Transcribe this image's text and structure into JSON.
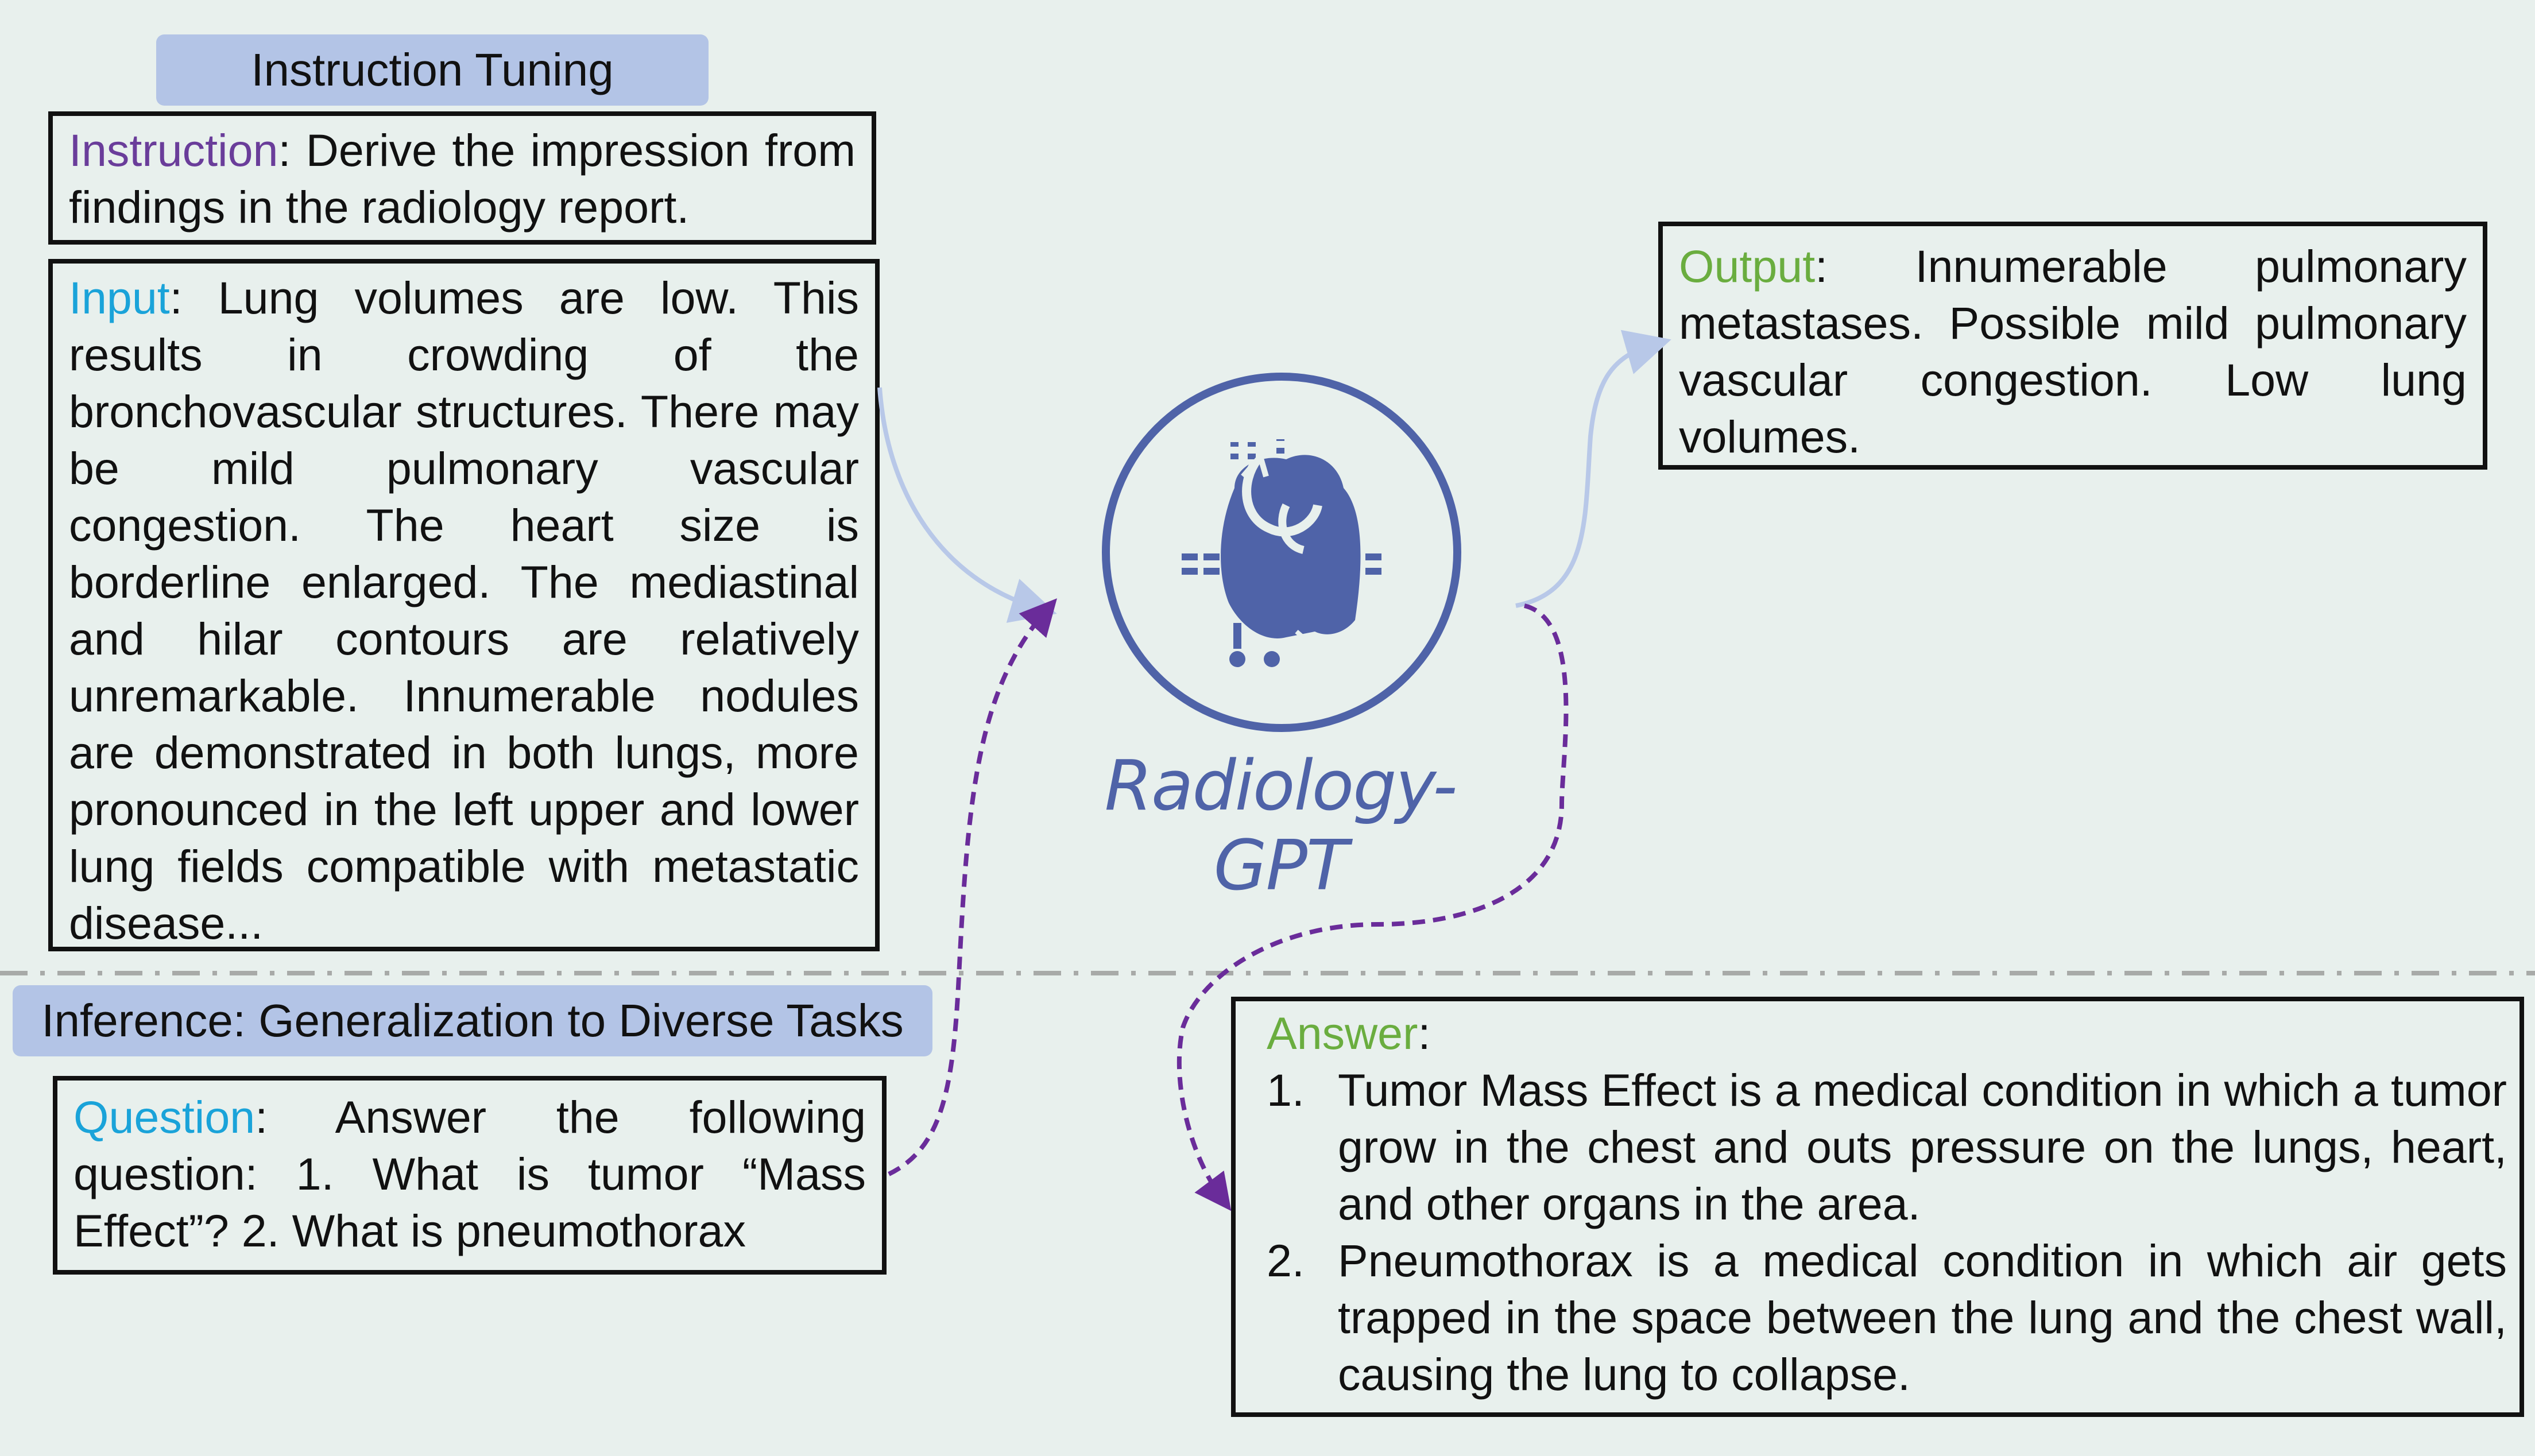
{
  "training": {
    "section_title": "Instruction Tuning",
    "instruction_label": "Instruction",
    "instruction_text": ": Derive the impression from findings in the radiology report.",
    "input_label": "Input",
    "input_text": ": Lung volumes are low.  This results in crowding of the bronchovascular structures.  There may be mild pulmonary vascular congestion.  The heart size is borderline enlarged.  The mediastinal and hilar contours are relatively unremarkable. Innumerable nodules are demonstrated in both lungs, more pronounced in the left upper and lower lung fields compatible with metastatic disease...",
    "output_label": "Output",
    "output_text": ":  Innumerable pulmonary metastases. Possible mild pulmonary vascular congestion. Low lung volumes."
  },
  "model": {
    "name": "Radiology-GPT",
    "icon": "heart-icon",
    "accent_color": "#4f63a8"
  },
  "inference": {
    "section_title": "Inference: Generalization to Diverse Tasks",
    "question_label": "Question",
    "question_text": ": Answer the  following question: 1. What is tumor “Mass Effect”? 2. What is pneumothorax",
    "answer_label": "Answer",
    "answer_colon": ":",
    "answers": [
      {
        "num": "1.",
        "text": "Tumor Mass Effect is a medical condition in which a tumor grow in the chest and outs pressure on the lungs, heart, and other organs in the area."
      },
      {
        "num": "2.",
        "text": " Pneumothorax is a medical condition in which air gets trapped in the space between the lung and the chest wall, causing the lung to collapse."
      }
    ]
  },
  "colors": {
    "instruction": "#6a3d9a",
    "input_question": "#1aa3d9",
    "output_answer": "#6aad3f",
    "training_arrow": "#b8c8e8",
    "inference_arrow": "#6a2c9a",
    "pill": "#b3c4e6"
  }
}
